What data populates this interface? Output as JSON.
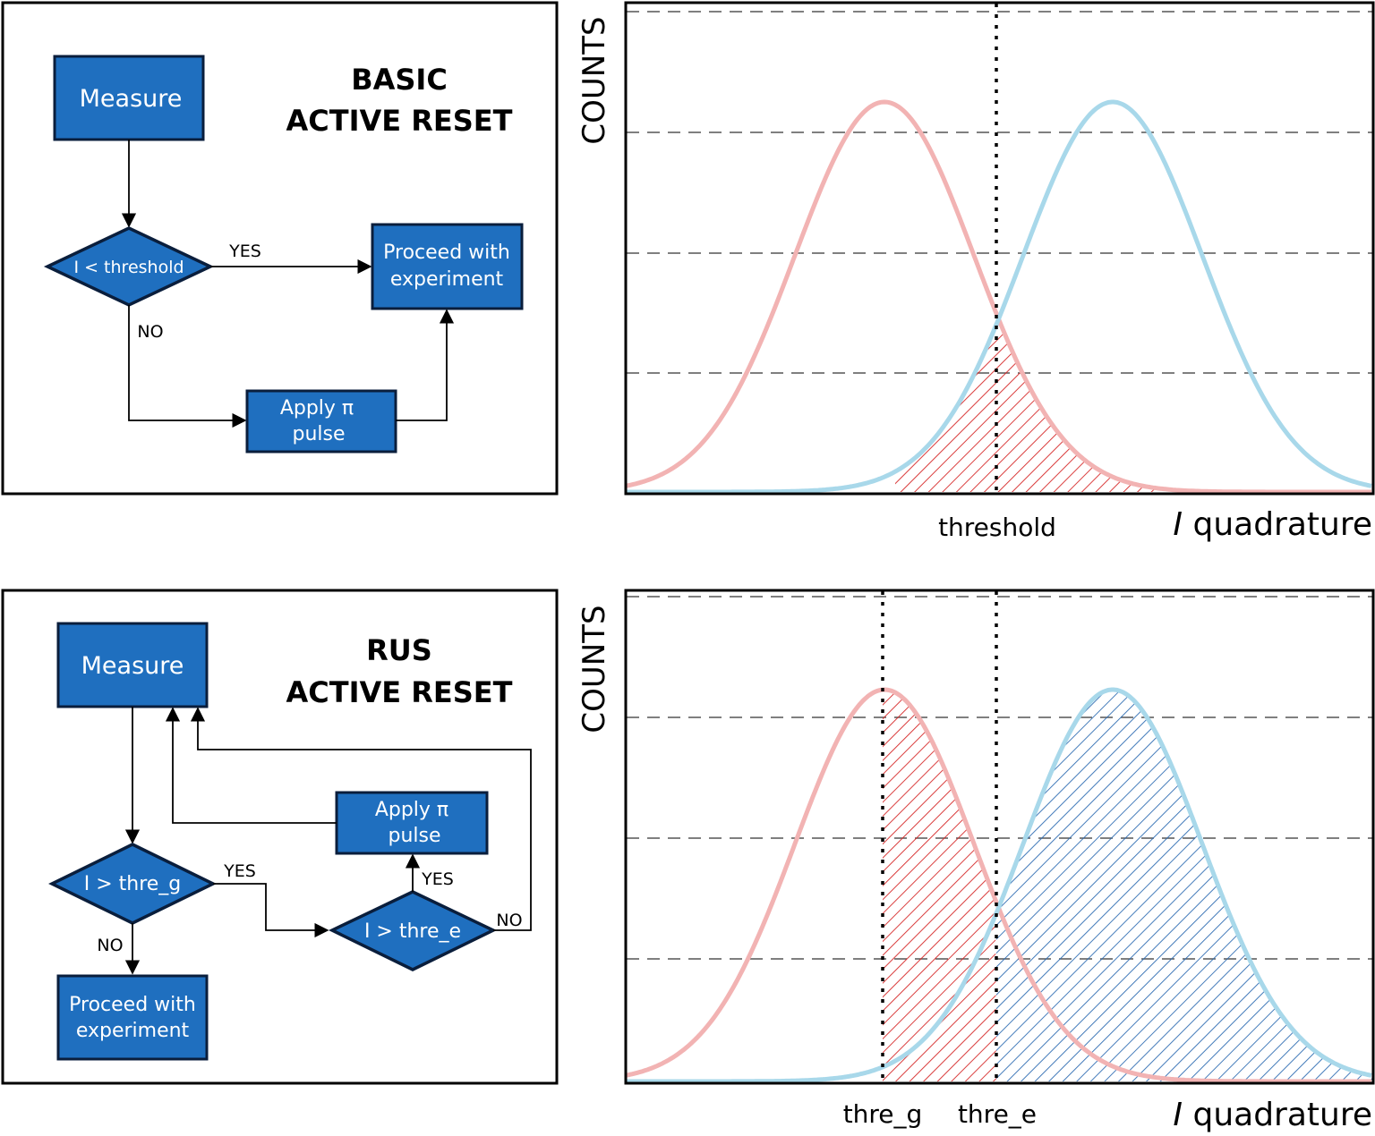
{
  "colors": {
    "box_fill": "#1f6fbf",
    "box_stroke": "#0a1e3c",
    "ground_curve": "#f2b3b3",
    "excited_curve": "#a8d8ea",
    "red_hatch": "#d62828",
    "blue_hatch": "#2f6db3",
    "grid": "#555555"
  },
  "top_flowchart": {
    "title_line1": "BASIC",
    "title_line2": "ACTIVE RESET",
    "measure": "Measure",
    "decision": "I < threshold",
    "yes": "YES",
    "no": "NO",
    "proceed_line1": "Proceed with",
    "proceed_line2": "experiment",
    "pulse_line1": "Apply π",
    "pulse_line2": "pulse"
  },
  "bottom_flowchart": {
    "title_line1": "RUS",
    "title_line2": "ACTIVE RESET",
    "measure": "Measure",
    "decision_g": "I > thre_g",
    "decision_e": "I > thre_e",
    "yes_g": "YES",
    "yes_e": "YES",
    "no_g": "NO",
    "no_e": "NO",
    "proceed_line1": "Proceed with",
    "proceed_line2": "experiment",
    "pulse_line1": "Apply π",
    "pulse_line2": "pulse"
  },
  "top_plot": {
    "ylabel": "COUNTS",
    "xlabel_italic": "I",
    "xlabel": "quadrature",
    "threshold_label": "threshold"
  },
  "bottom_plot": {
    "ylabel": "COUNTS",
    "xlabel_italic": "I",
    "xlabel": "quadrature",
    "thre_g_label": "thre_g",
    "thre_e_label": "thre_e"
  }
}
